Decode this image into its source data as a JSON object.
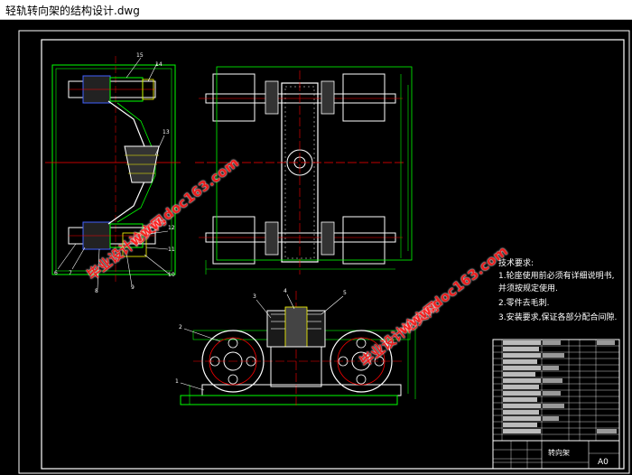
{
  "window": {
    "title": "轻轨转向架的结构设计.dwg"
  },
  "drawing": {
    "technical_requirements": {
      "heading": "技术要求:",
      "items": [
        "1.轮座使用前必须有详细说明书,",
        "并须按规定使用.",
        "2.零件去毛刺.",
        "3.安装要求,保证各部分配合间隙."
      ]
    },
    "part_callouts": [
      "15",
      "14",
      "13",
      "12",
      "11",
      "10",
      "9",
      "8",
      "7",
      "6",
      "1",
      "2",
      "3",
      "4",
      "5"
    ],
    "title_block": {
      "name": "转向架",
      "sheet_size": "A0"
    },
    "watermarks": [
      "毕业设计论文网",
      "www.doc163.com",
      "毕业设计论文网",
      "www.doc163.com"
    ]
  },
  "colors": {
    "canvas": "#000000",
    "frame": "#ffffff",
    "geometry_green": "#00ff00",
    "center_red": "#ff0000",
    "detail_yellow": "#ffff00",
    "detail_blue": "#4060ff",
    "watermark": "#ff2020"
  }
}
